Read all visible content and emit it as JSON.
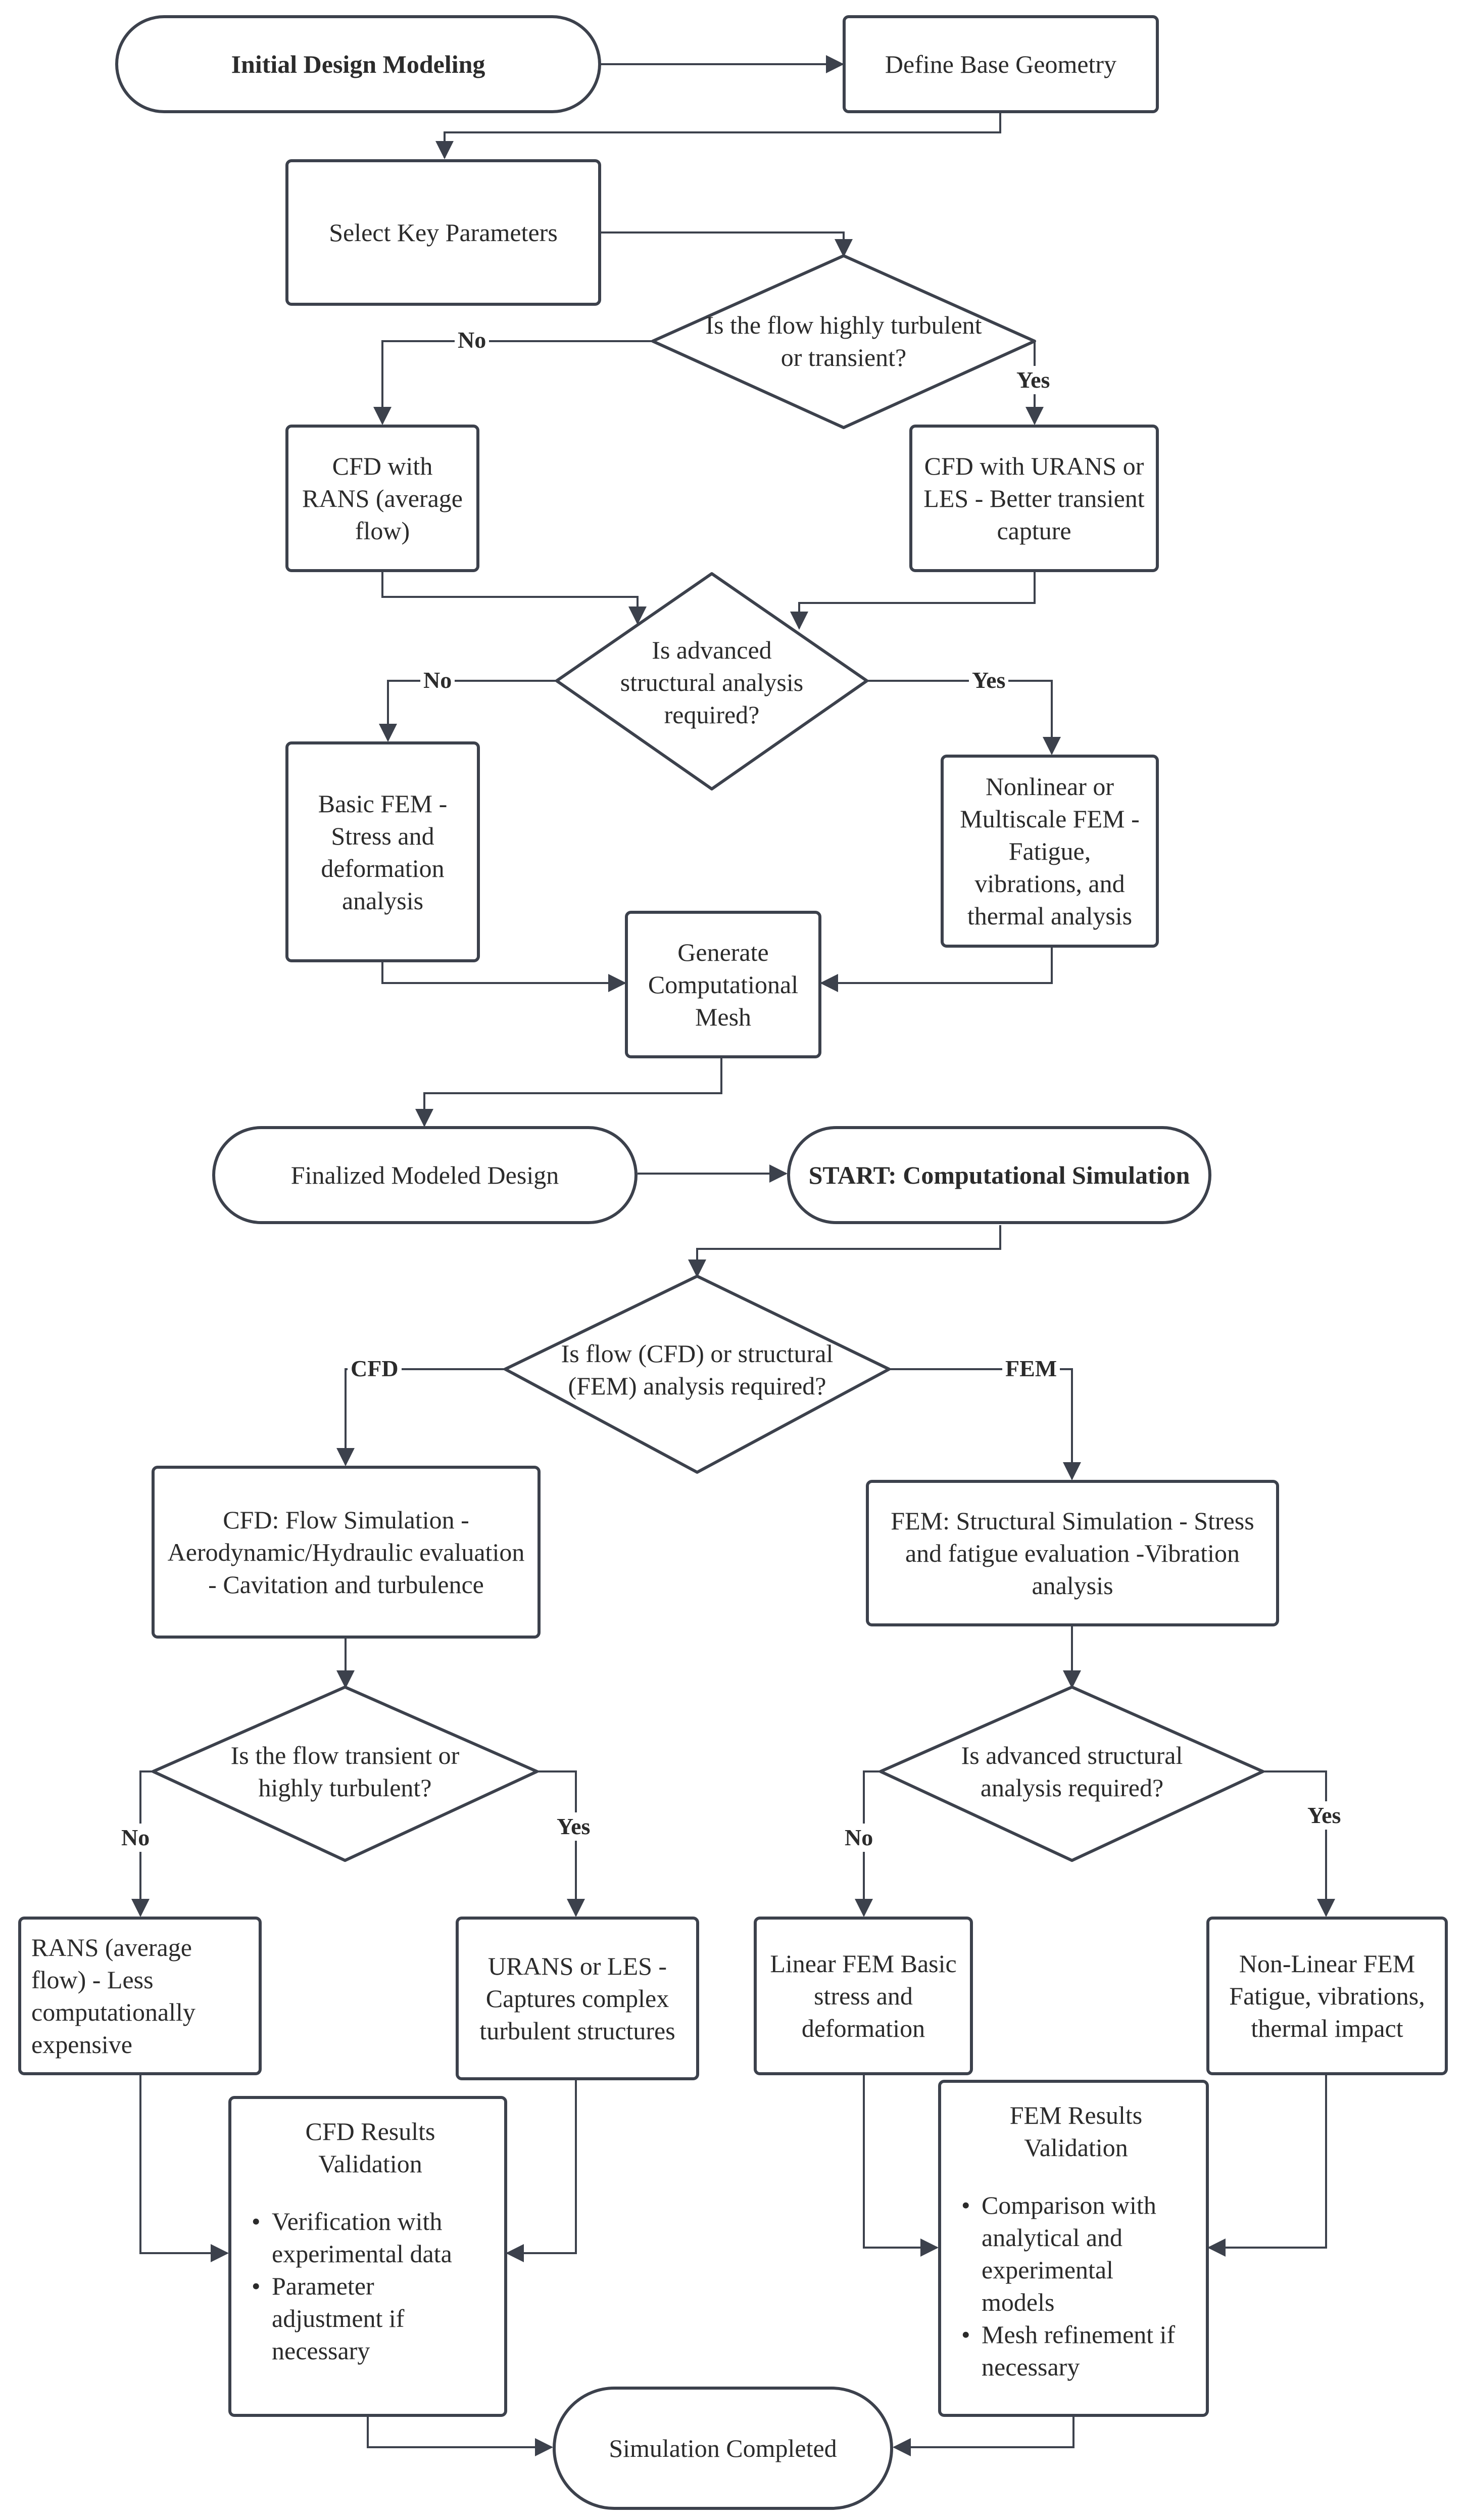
{
  "nodes": {
    "initial_design": "Initial Design Modeling",
    "define_geometry": "Define Base Geometry",
    "select_params": "Select Key Parameters",
    "cfd_rans": "CFD with RANS (average flow)",
    "cfd_urans": "CFD with URANS or LES - Better transient capture",
    "basic_fem": "Basic FEM - Stress and deformation analysis",
    "nonlinear_fem": "Nonlinear or Multiscale FEM - Fatigue, vibrations, and thermal analysis",
    "generate_mesh": "Generate Computational Mesh",
    "finalized_design": "Finalized Modeled Design",
    "start_sim_prefix": "START",
    "start_sim_rest": ": Computational Simulation",
    "cfd_flow_sim": "CFD: Flow Simulation - Aerodynamic/Hydraulic evaluation - Cavitation and turbulence",
    "fem_struct_sim": "FEM: Structural Simulation - Stress and fatigue evaluation -Vibration analysis",
    "rans_less": "RANS (average flow) - Less computationally expensive",
    "urans_les": "URANS or LES - Captures complex turbulent structures",
    "linear_fem": "Linear FEM Basic stress and deformation",
    "nonlinear_fem_2": "Non-Linear FEM Fatigue, vibrations, thermal impact",
    "sim_completed": "Simulation Completed"
  },
  "decisions": {
    "flow_turbulent": "Is the flow highly turbulent or transient?",
    "adv_struct_1": "Is advanced structural analysis required?",
    "cfd_or_fem": "Is flow (CFD) or structural (FEM) analysis required?",
    "flow_transient": "Is the flow transient or highly turbulent?",
    "adv_struct_2": "Is advanced structural analysis required?"
  },
  "validation": {
    "cfd": {
      "title": "CFD Results Validation",
      "items": [
        "Verification with experimental data",
        "Parameter adjustment if necessary"
      ]
    },
    "fem": {
      "title": "FEM Results Validation",
      "items": [
        "Comparison with analytical and experimental models",
        "Mesh refinement if necessary"
      ]
    }
  },
  "edge_labels": {
    "no": "No",
    "yes": "Yes",
    "cfd": "CFD",
    "fem": "FEM"
  },
  "colors": {
    "stroke": "#3c414c",
    "text": "#2b2b2b",
    "background": "#ffffff"
  }
}
